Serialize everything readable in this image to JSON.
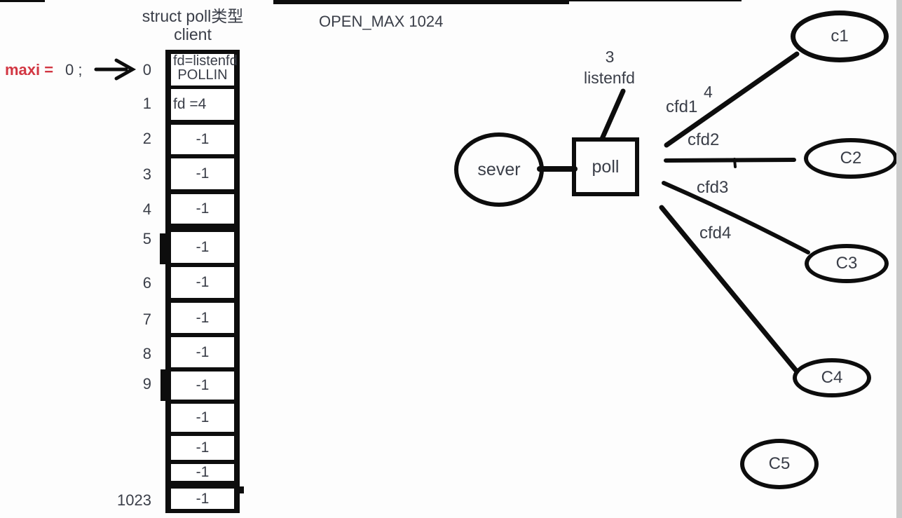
{
  "header": {
    "open_max": "OPEN_MAX 1024"
  },
  "left_panel": {
    "title_line1": "struct poll类型",
    "title_line2": "client",
    "maxi_label": "maxi =",
    "maxi_value": "0 ;",
    "array": {
      "cells": [
        {
          "index": "0",
          "line1": "fd=listenfd",
          "line2": "POLLIN"
        },
        {
          "index": "1",
          "line1": "fd =4"
        },
        {
          "index": "2",
          "line1": "-1"
        },
        {
          "index": "3",
          "line1": "-1"
        },
        {
          "index": "4",
          "line1": "-1"
        },
        {
          "index": "5",
          "line1": "-1"
        },
        {
          "index": "6",
          "line1": "-1"
        },
        {
          "index": "7",
          "line1": "-1"
        },
        {
          "index": "8",
          "line1": "-1"
        },
        {
          "index": "9",
          "line1": "-1"
        },
        {
          "index": "",
          "line1": "-1"
        },
        {
          "index": "",
          "line1": "-1"
        },
        {
          "index": "",
          "line1": "-1"
        },
        {
          "index": "1023",
          "line1": "-1"
        }
      ]
    }
  },
  "diagram": {
    "server_label": "sever",
    "poll_label": "poll",
    "listenfd_number": "3",
    "listenfd_label": "listenfd",
    "cfd1_number": "4",
    "connections": [
      "cfd1",
      "cfd2",
      "cfd3",
      "cfd4"
    ],
    "clients": [
      "c1",
      "C2",
      "C3",
      "C4",
      "C5"
    ]
  },
  "colors": {
    "ink": "#0d0d0d",
    "text": "#3a3e48",
    "accent_red": "#d23642",
    "side_band": "#c9c9c9",
    "background": "#fdfdfd"
  }
}
